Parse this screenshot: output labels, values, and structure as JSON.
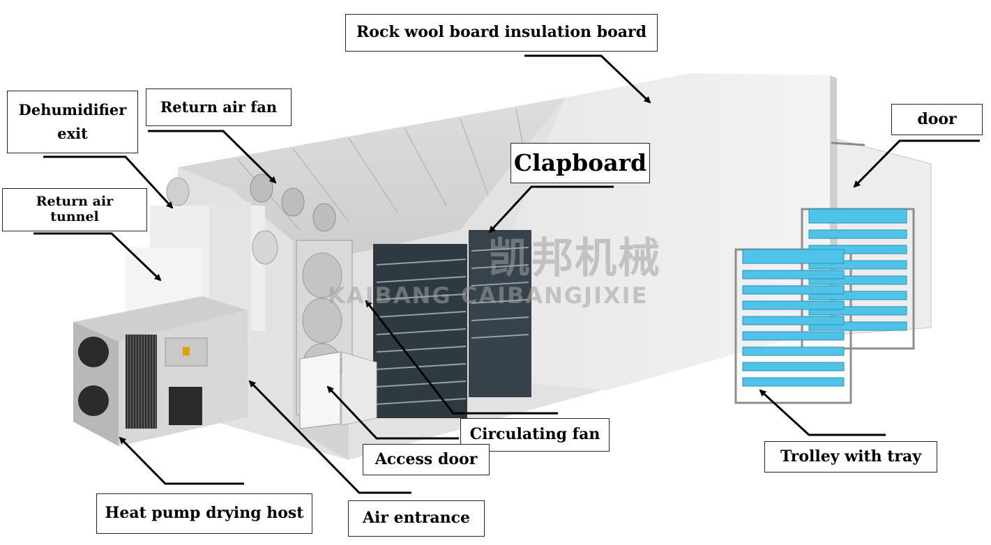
{
  "labels": {
    "rock_wool": "Rock wool board insulation board",
    "dehumidifier_line1": "Dehumidifier",
    "dehumidifier_line2": "exit",
    "return_air_fan": "Return air fan",
    "return_air_tunnel_line1": "Return air",
    "return_air_tunnel_line2": "tunnel",
    "clapboard": "Clapboard",
    "door": "door",
    "circulating_fan": "Circulating fan",
    "access_door": "Access door",
    "trolley_with_tray": "Trolley with tray",
    "heat_pump_host": "Heat pump drying host",
    "air_entrance": "Air entrance"
  },
  "watermark": {
    "cn": "凯邦机械",
    "en": "KAIBANG CAIBANGJIXIE"
  },
  "colors": {
    "wall": "#ececec",
    "wall_shadow": "#d8d8d8",
    "tray": "#4fc3e8",
    "frame": "#9a9a9a",
    "arrow": "#000000"
  }
}
